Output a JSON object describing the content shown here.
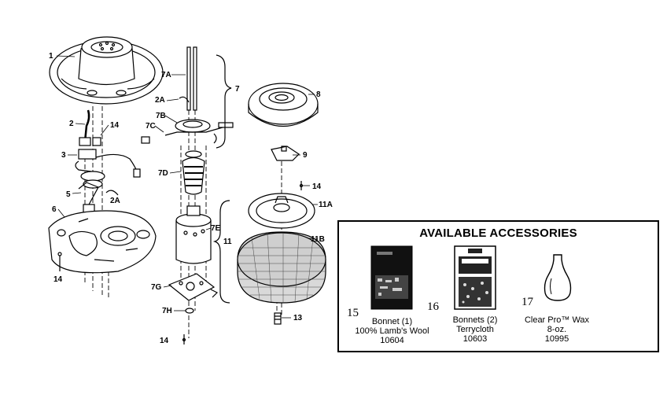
{
  "callouts": {
    "c1": "1",
    "c2": "2",
    "c14a": "14",
    "c3": "3",
    "c5": "5",
    "c2A_left": "2A",
    "c6": "6",
    "c14b": "14",
    "c7A": "7A",
    "c2A_mid": "2A",
    "c7B": "7B",
    "c7C": "7C",
    "c7D": "7D",
    "c7E": "7E",
    "c7G": "7G",
    "c7H": "7H",
    "c14c": "14",
    "c7": "7",
    "c8": "8",
    "c9": "9",
    "c14d": "14",
    "c11A": "11A",
    "c11": "11",
    "c11B": "11B",
    "c13": "13"
  },
  "accessories": {
    "title": "AVAILABLE ACCESSORIES",
    "items": [
      {
        "number": "15",
        "line1": "Bonnet (1)",
        "line2": "100% Lamb's Wool",
        "line3": "10604",
        "icon": "bonnet-package-icon"
      },
      {
        "number": "16",
        "line1": "Bonnets (2)",
        "line2": "Terrycloth",
        "line3": "10603",
        "icon": "bonnets-package-icon"
      },
      {
        "number": "17",
        "line1": "Clear Pro™ Wax",
        "line2": "8-oz.",
        "line3": "10995",
        "icon": "wax-bottle-icon"
      }
    ]
  }
}
